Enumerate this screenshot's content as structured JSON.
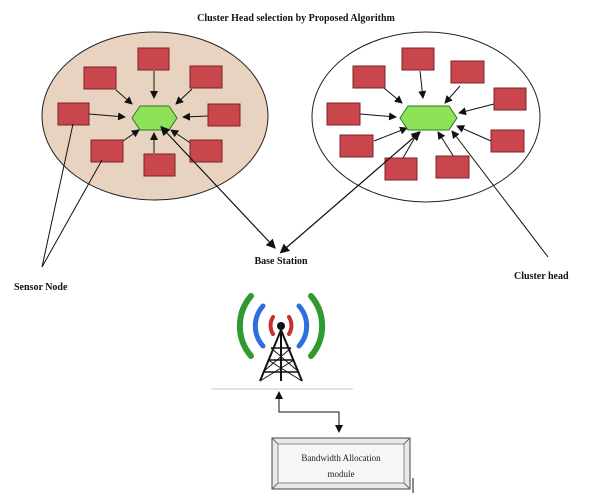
{
  "diagram": {
    "title": "Cluster Head selection by Proposed Algorithm",
    "labels": {
      "sensor_node": "Sensor Node",
      "base_station": "Base Station",
      "cluster_head": "Cluster head"
    },
    "module": {
      "line1": "Bandwidth Allocation",
      "line2": "module"
    },
    "colors": {
      "cluster_left_fill": "#e8d3c1",
      "cluster_right_fill": "#ffffff",
      "sensor_fill": "#c9464c",
      "head_fill": "#8ee25a",
      "module_fill": "#e9e9e9",
      "signal_green": "#2f9a2f",
      "signal_blue": "#2d6fe0",
      "signal_red": "#c23232"
    },
    "icons": {
      "tower": "radio-tower-icon"
    }
  }
}
